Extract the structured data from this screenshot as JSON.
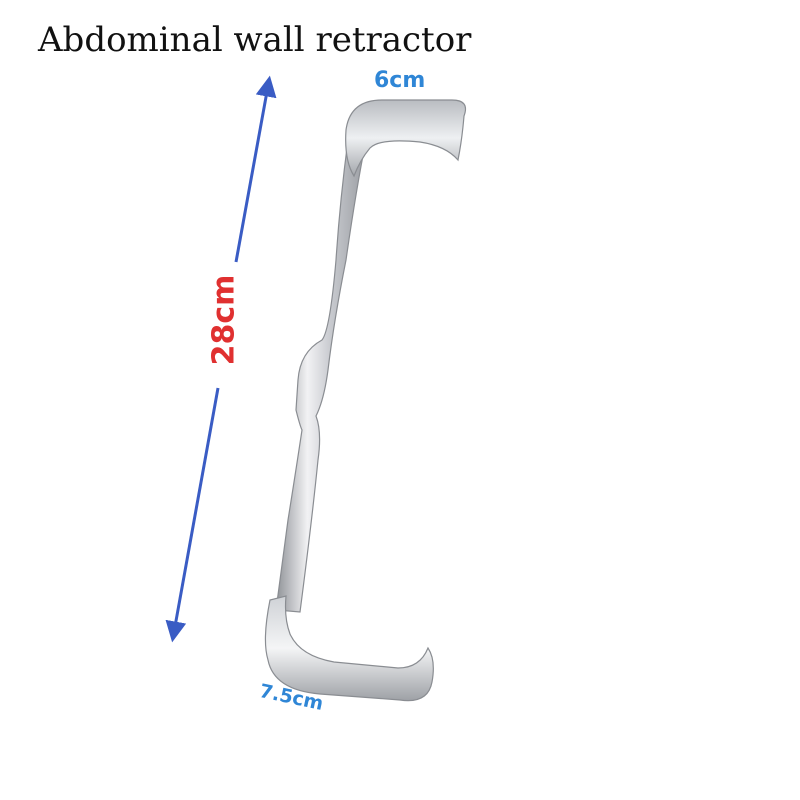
{
  "title": "Abdominal wall retractor",
  "dimensions": {
    "top_width": "6cm",
    "length": "28cm",
    "bottom_width": "7.5cm"
  },
  "colors": {
    "arrow": "#3a5cc4",
    "top_width_label": "#2f86d6",
    "length_label": "#e03030",
    "bottom_width_label": "#2f86d6",
    "metal_light": "#f2f2f4",
    "metal_mid": "#c9cbd0",
    "metal_dark": "#8f9297"
  }
}
